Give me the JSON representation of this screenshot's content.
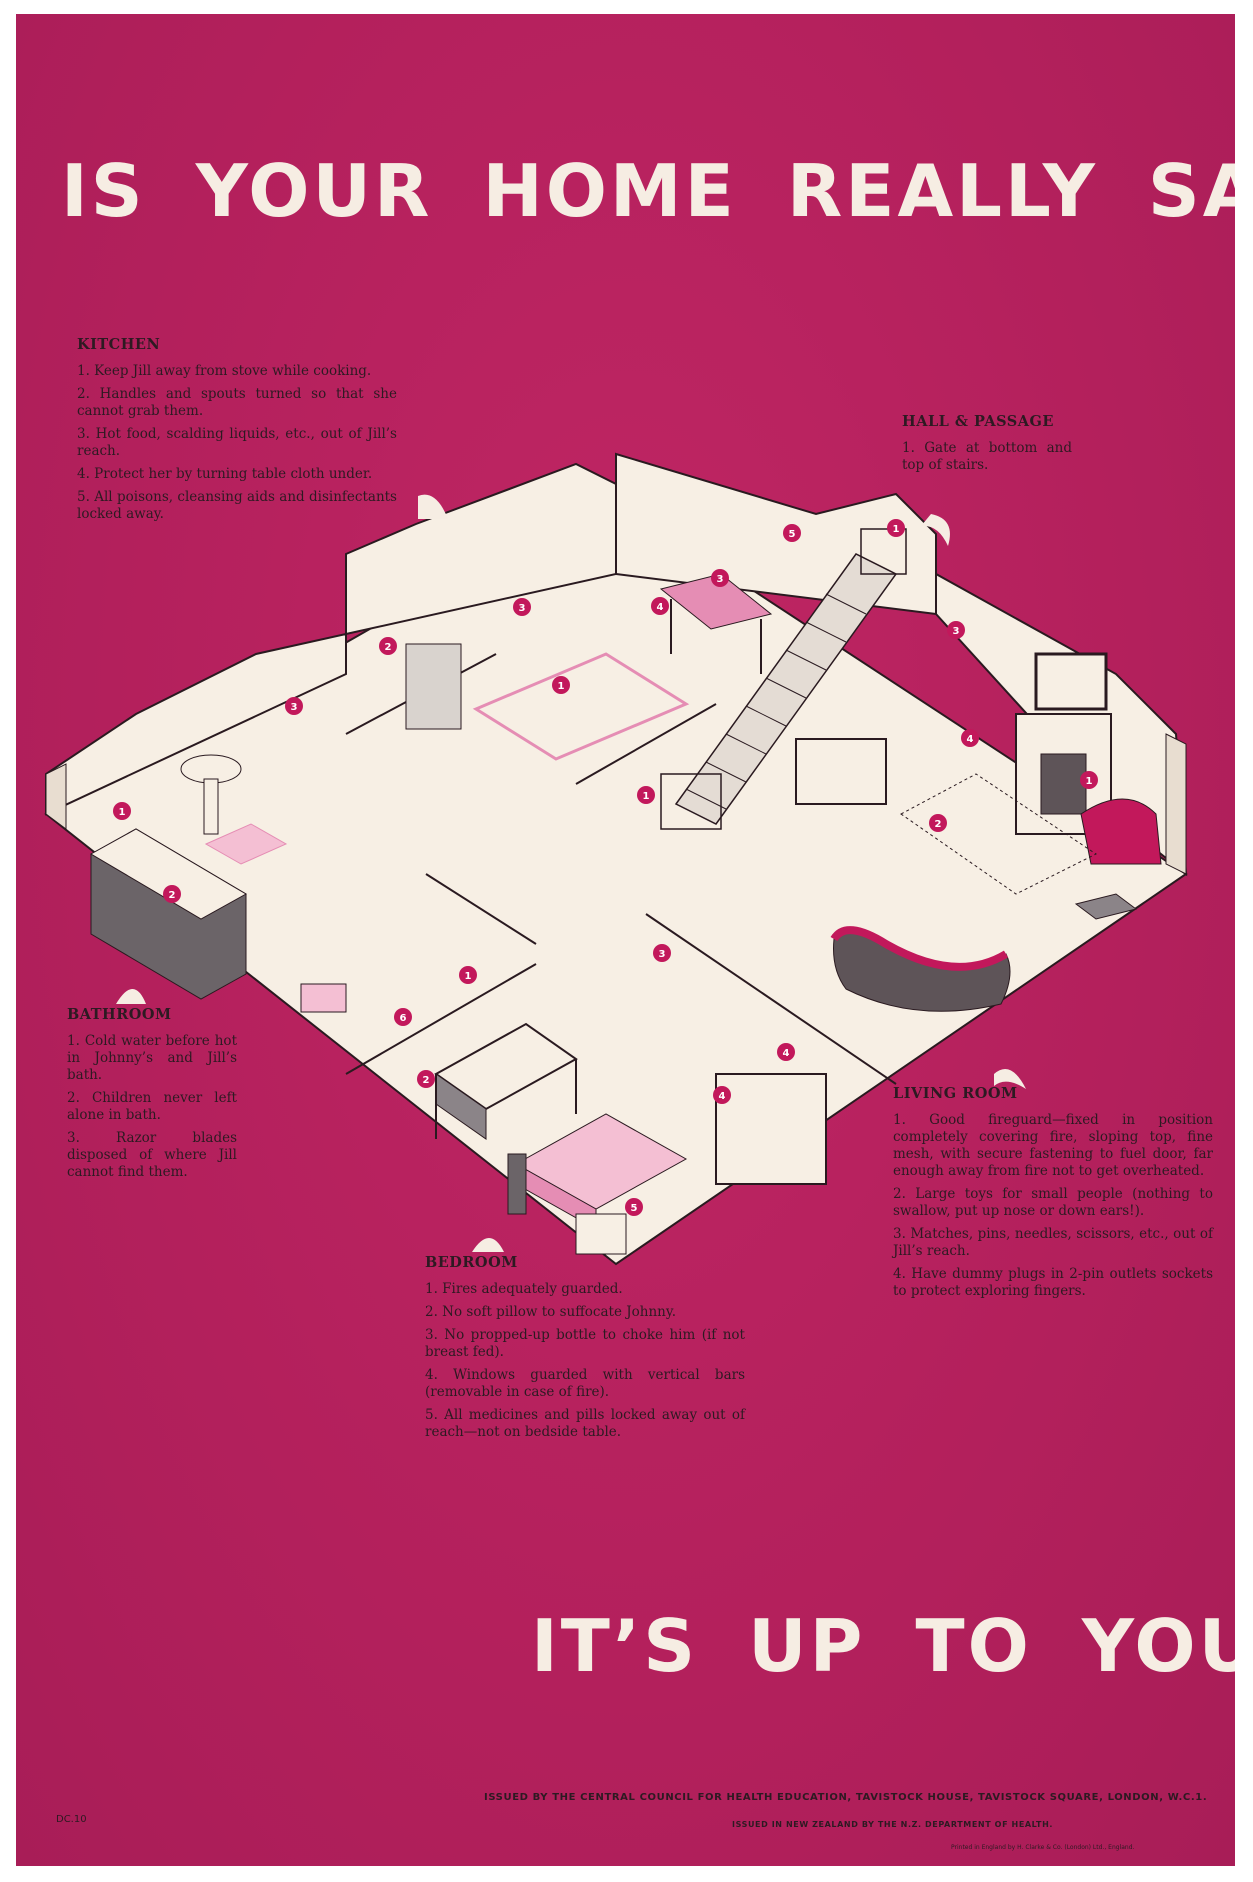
{
  "title": "IS YOUR HOME REALLY SAFE ?",
  "subtitle": "IT’S UP TO YOU !",
  "kitchen": {
    "heading": "KITCHEN",
    "items": [
      "1. Keep Jill away from stove while cooking.",
      "2. Handles and spouts turned so that she cannot grab them.",
      "3. Hot food, scalding liquids, etc., out of Jill’s reach.",
      "4. Protect her by turning table cloth under.",
      "5. All poisons, cleansing aids and disinfectants locked away."
    ]
  },
  "hall": {
    "heading": "HALL & PASSAGE",
    "items": [
      "1. Gate at bottom and top of stairs."
    ]
  },
  "bathroom": {
    "heading": "BATHROOM",
    "items": [
      "1. Cold water before hot in Johnny’s and Jill’s bath.",
      "2. Children never left alone in bath.",
      "3. Razor blades disposed of where Jill cannot find them."
    ]
  },
  "bedroom": {
    "heading": "BEDROOM",
    "items": [
      "1. Fires adequately guarded.",
      "2. No soft pillow to suffocate Johnny.",
      "3. No propped-up bottle to choke him (if not breast fed).",
      "4. Windows guarded with vertical bars (removable in case of fire).",
      "5. All medicines and pills locked away out of reach—not on bedside table."
    ]
  },
  "living": {
    "heading": "LIVING ROOM",
    "items": [
      "1. Good fireguard—fixed in position completely covering fire, sloping top, fine mesh, with secure fastening to fuel door, far enough away from fire not to get overheated.",
      "2. Large toys for small people (nothing to swallow, put up nose or down ears!).",
      "3. Matches, pins, needles, scissors, etc., out of Jill’s reach.",
      "4. Have dummy plugs in 2-pin outlets sockets to protect exploring fingers."
    ]
  },
  "footer": {
    "issued_by": "ISSUED BY THE CENTRAL COUNCIL FOR HEALTH EDUCATION, TAVISTOCK HOUSE, TAVISTOCK SQUARE, LONDON, W.C.1.",
    "issued_nz": "ISSUED IN NEW ZEALAND BY THE N.Z. DEPARTMENT OF HEALTH.",
    "printed": "Printed in England by H. Clarke & Co. (London) Ltd., England.",
    "code": "DC.10"
  },
  "markers": [
    "1",
    "2",
    "3",
    "4",
    "5",
    "6"
  ],
  "colors": {
    "background": "#b8215f",
    "cream": "#f6ede3",
    "marker": "#c2185b",
    "text": "#2d1a22"
  }
}
